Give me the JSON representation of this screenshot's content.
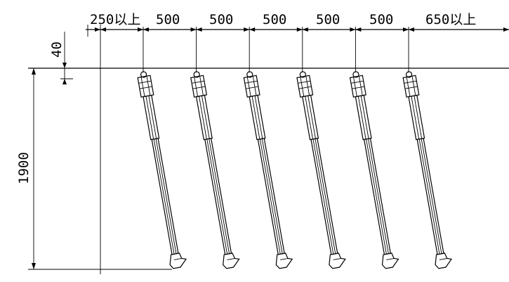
{
  "drawing": {
    "top_spacing_labels": [
      "250以上",
      "500",
      "500",
      "500",
      "500",
      "500",
      "650以上"
    ],
    "offset_label": "40",
    "height_label": "1900",
    "item_count": 6
  }
}
